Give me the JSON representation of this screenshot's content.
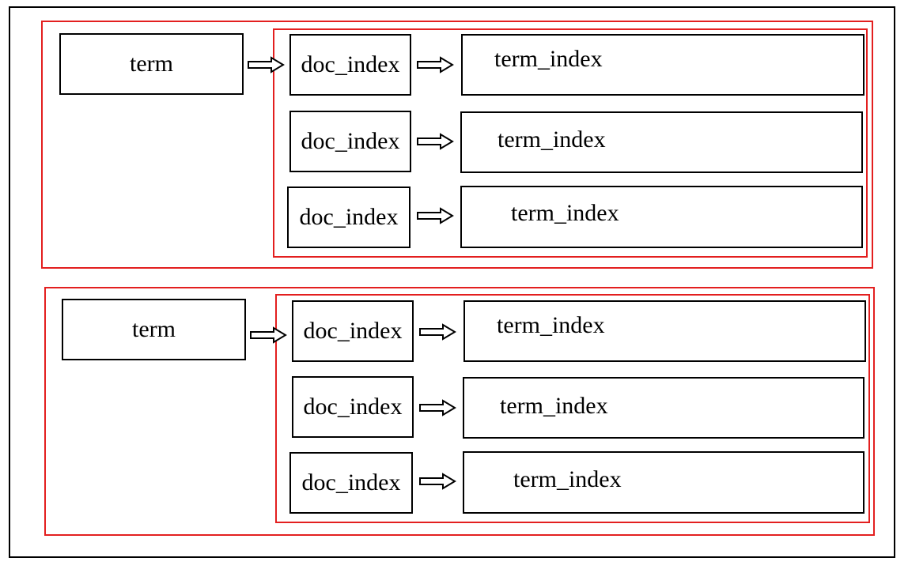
{
  "diagram": {
    "groups": [
      {
        "term": "term",
        "rows": [
          {
            "doc_index": "doc_index",
            "term_index": "term_index"
          },
          {
            "doc_index": "doc_index",
            "term_index": "term_index"
          },
          {
            "doc_index": "doc_index",
            "term_index": "term_index"
          }
        ]
      },
      {
        "term": "term",
        "rows": [
          {
            "doc_index": "doc_index",
            "term_index": "term_index"
          },
          {
            "doc_index": "doc_index",
            "term_index": "term_index"
          },
          {
            "doc_index": "doc_index",
            "term_index": "term_index"
          }
        ]
      }
    ],
    "colors": {
      "group_outline": "#e31f1f",
      "box_border": "#000000"
    }
  }
}
